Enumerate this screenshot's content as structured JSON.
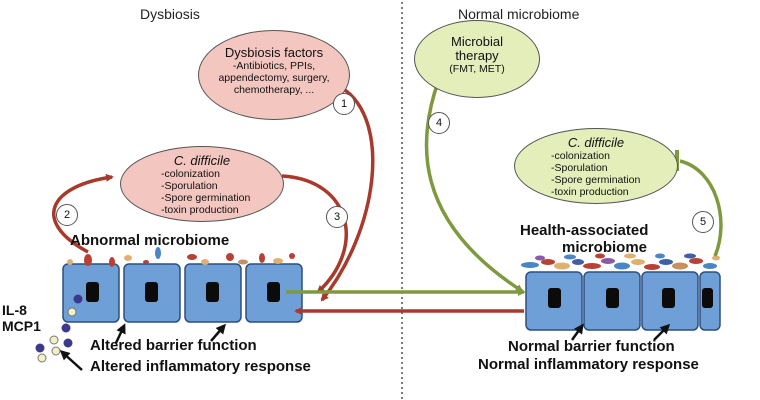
{
  "headings": {
    "left": "Dysbiosis",
    "right": "Normal microbiome"
  },
  "dysbiosis_factors": {
    "title": "Dysbiosis factors",
    "lines": [
      "-Antibiotics, PPIs,",
      "appendectomy, surgery,",
      "chemotherapy, ..."
    ]
  },
  "microbial_therapy": {
    "title_line1": "Microbial",
    "title_line2": "therapy",
    "detail": "(FMT, MET)"
  },
  "cdiff_left": {
    "title": "C. difficile",
    "items": [
      "-colonization",
      "-Sporulation",
      "-Spore germination",
      "-toxin production"
    ]
  },
  "cdiff_right": {
    "title": "C. difficile",
    "items": [
      "-colonization",
      "-Sporulation",
      "-Spore germination",
      "-toxin production"
    ]
  },
  "left_panel": {
    "microbiome_label": "Abnormal microbiome",
    "cytokine_1": "IL-8",
    "cytokine_2": "MCP1",
    "barrier": "Altered barrier function",
    "inflammatory": "Altered inflammatory response"
  },
  "right_panel": {
    "microbiome_line1": "Health-associated",
    "microbiome_line2": "microbiome",
    "barrier": "Normal barrier function",
    "inflammatory": "Normal inflammatory response"
  },
  "steps": [
    "1",
    "2",
    "3",
    "4",
    "5"
  ],
  "colors": {
    "red_arrow": "#a83a2c",
    "green_arrow": "#7e9a3e",
    "cell": "#6e9fd6",
    "nucleus": "#0b0b0b",
    "pink_bubble": "#f3c6c0",
    "green_bubble": "#e3eebb"
  }
}
